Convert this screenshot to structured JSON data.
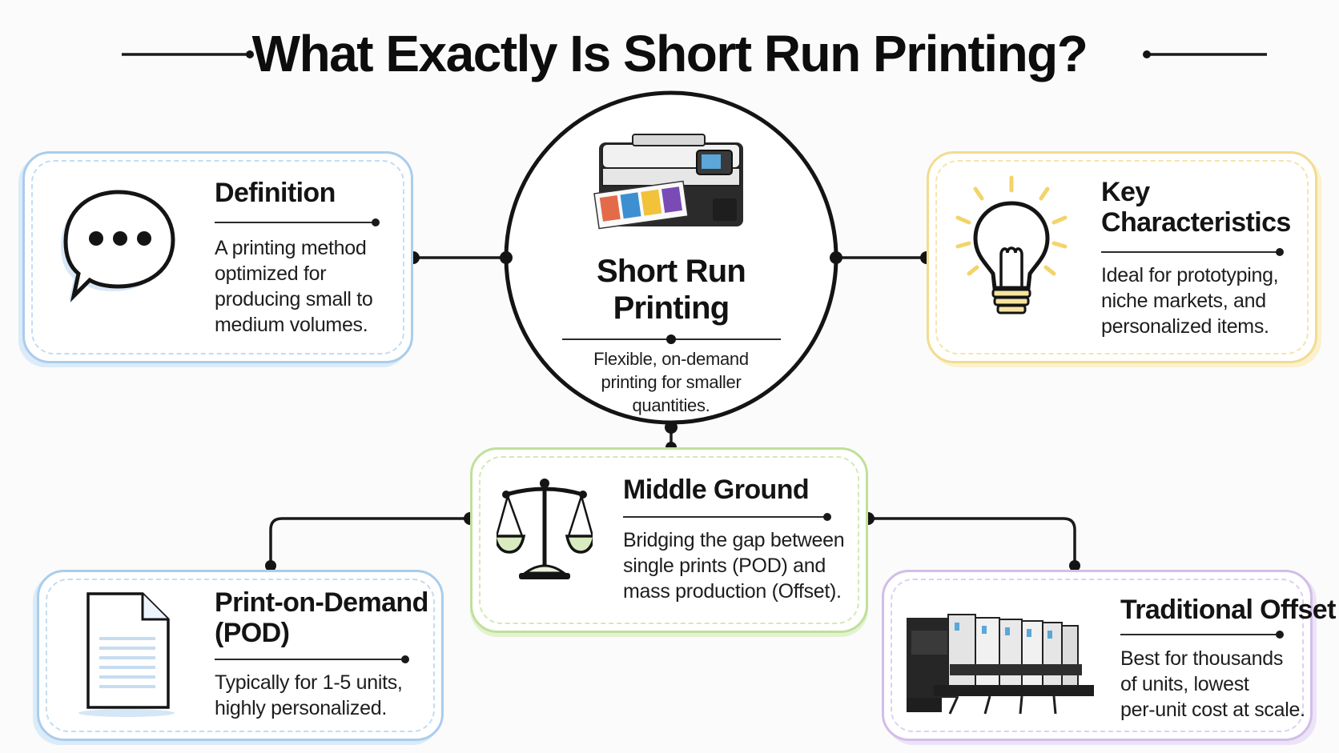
{
  "title": "What Exactly Is Short Run Printing?",
  "center": {
    "title": "Short Run Printing",
    "subtitle": "Flexible, on-demand printing for smaller quantities."
  },
  "cards": {
    "definition": {
      "heading": "Definition",
      "lines": [
        "A printing method",
        "optimized for",
        "producing small to",
        "medium volumes."
      ]
    },
    "key": {
      "heading_lines": [
        "Key",
        "Characteristics"
      ],
      "lines": [
        "Ideal for prototyping,",
        "niche markets, and",
        "personalized items."
      ]
    },
    "middle": {
      "heading": "Middle Ground",
      "lines": [
        "Bridging the gap between",
        "single prints (POD) and",
        "mass production (Offset)."
      ]
    },
    "pod": {
      "heading_lines": [
        "Print-on-Demand",
        "(POD)"
      ],
      "lines": [
        "Typically for 1-5 units,",
        "highly personalized."
      ]
    },
    "offset": {
      "heading": "Traditional Offset",
      "lines": [
        "Best for thousands",
        "of units, lowest",
        "per-unit cost at scale."
      ]
    }
  },
  "icons": {
    "definition": "speech-bubble-icon",
    "key": "lightbulb-icon",
    "middle": "balance-scale-icon",
    "pod": "document-icon",
    "offset": "offset-press-icon",
    "center": "printer-icon"
  },
  "colors": {
    "blue": "#a9cdec",
    "yellow": "#f2dc8f",
    "green": "#bfe09a",
    "purple": "#d2bde8",
    "line": "#1a1a1a"
  }
}
